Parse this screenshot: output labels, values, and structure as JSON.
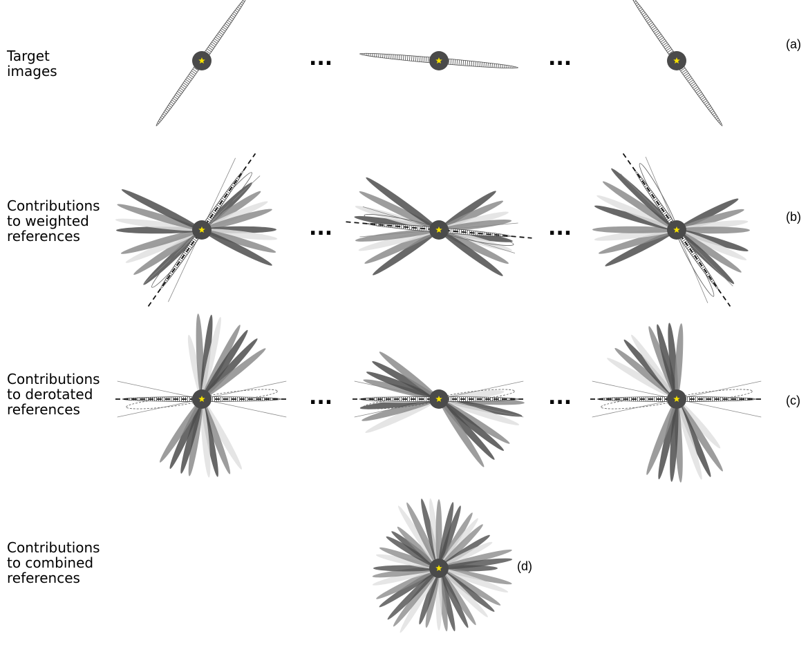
{
  "rows": [
    {
      "id": "a",
      "label_lines": [
        "Target",
        "images"
      ],
      "letter": "(a)"
    },
    {
      "id": "b",
      "label_lines": [
        "Contributions",
        "to weighted",
        "references"
      ],
      "letter": "(b)"
    },
    {
      "id": "c",
      "label_lines": [
        "Contributions",
        "to derotated",
        "references"
      ],
      "letter": "(c)"
    },
    {
      "id": "d",
      "label_lines": [
        "Contributions",
        "to combined",
        "references"
      ],
      "letter": "(d)"
    }
  ],
  "ellipsis": "...",
  "target_angles_deg": [
    -55,
    5,
    55
  ],
  "reference_angles_deg": [
    -35,
    -25,
    -15,
    -8,
    8,
    15,
    25,
    35,
    145,
    155,
    165,
    172,
    188,
    195,
    205,
    215
  ],
  "colors": {
    "star_core": "#4a4a4a",
    "star_marker": "#f5e000",
    "dark_ray": "#4d4d4d",
    "mid_ray": "#8c8c8c",
    "light_ray": "#e0e0e0"
  }
}
